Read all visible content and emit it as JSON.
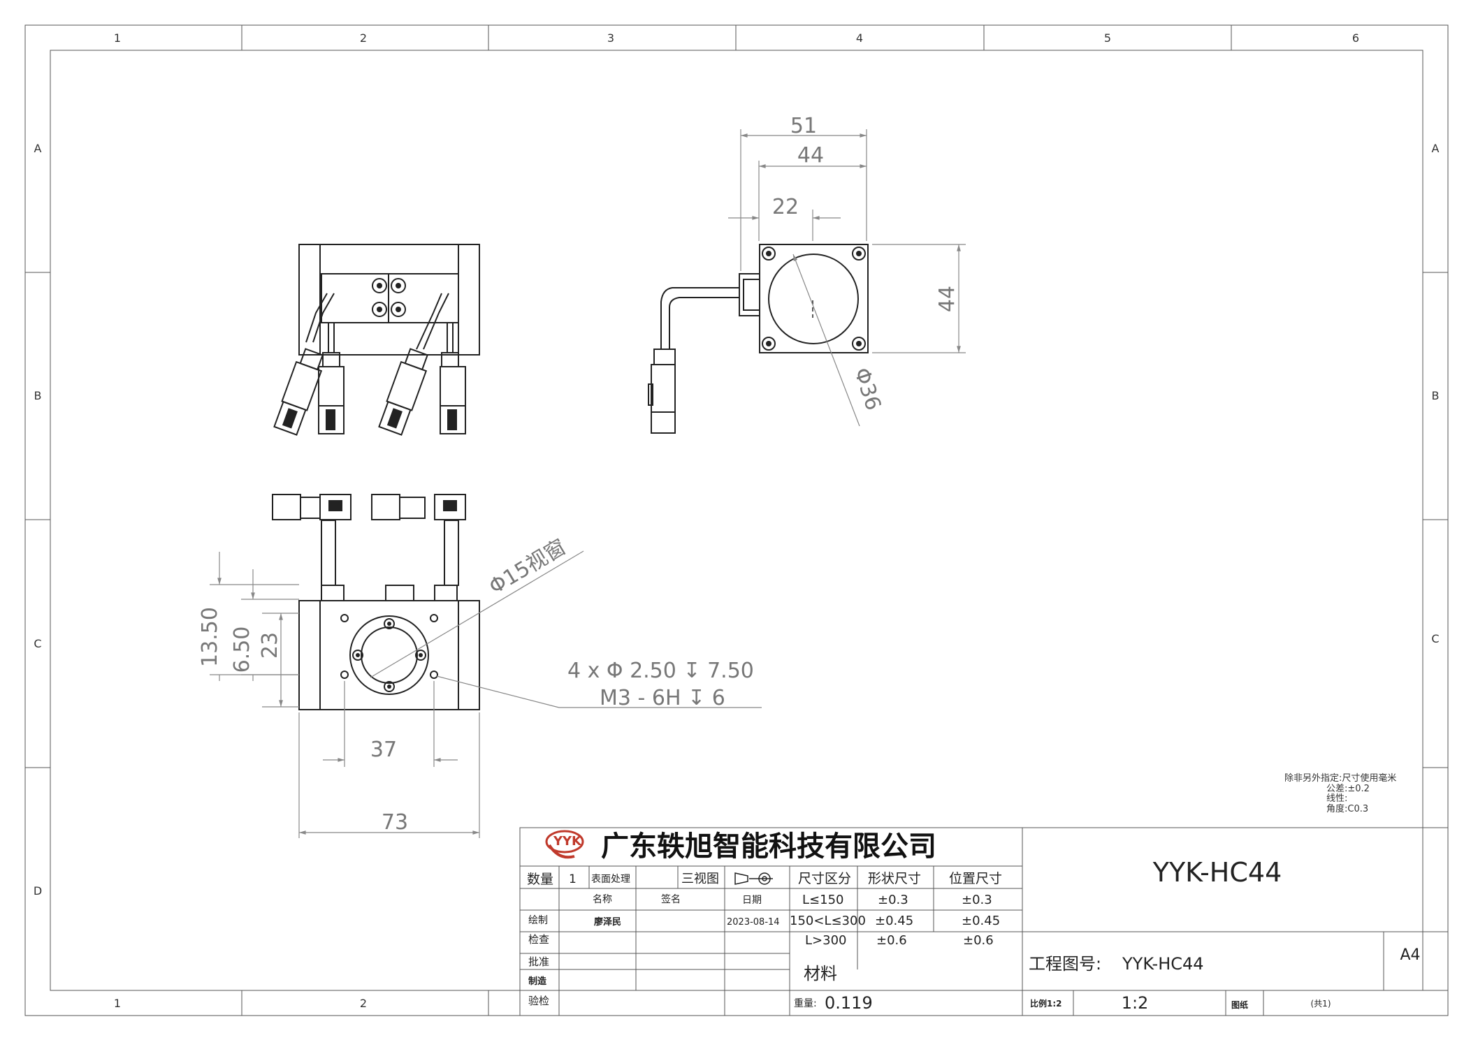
{
  "border": {
    "columns": [
      "1",
      "2",
      "3",
      "4",
      "5",
      "6"
    ],
    "bottom_columns": [
      "1",
      "2"
    ],
    "rows": [
      "A",
      "B",
      "C",
      "D"
    ]
  },
  "dimensions": {
    "side_overall": "51",
    "side_body": "44",
    "side_half": "22",
    "side_height": "44",
    "side_diameter": "Φ36",
    "window_callout": "Φ15视窗",
    "bottom_13_50": "13.50",
    "bottom_6_50": "6.50",
    "bottom_23": "23",
    "bottom_37": "37",
    "bottom_73": "73",
    "hole_note_1": "4 x Φ 2.50 ↧ 7.50",
    "hole_note_2": "M3 - 6H ↧ 6"
  },
  "notes": {
    "line1": "除非另外指定:尺寸使用毫米",
    "line2": "公差:±0.2",
    "line3": "线性:",
    "line4": "角度:C0.3"
  },
  "title_block": {
    "logo": "YYK",
    "company": "广东轶旭智能科技有限公司",
    "qty_label": "数量",
    "qty_value": "1",
    "surface_label": "表面处理",
    "three_view_label": "三视图",
    "dim_zone_label": "尺寸区分",
    "form_label": "形状尺寸",
    "position_label": "位置尺寸",
    "name_label": "名称",
    "sign_label": "签名",
    "date_label": "日期",
    "z1": "L≤150",
    "z1_form": "±0.3",
    "z1_pos": "±0.3",
    "draw_label": "绘制",
    "drawer": "廖泽民",
    "date": "2023-08-14",
    "z2": "150<L≤300",
    "z2_form": "±0.45",
    "z2_pos": "±0.45",
    "check_label": "检查",
    "z3": "L>300",
    "z3_form": "±0.6",
    "z3_pos": "±0.6",
    "approve_label": "批准",
    "make_label": "制造",
    "material_label": "材料",
    "inspect_label": "验检",
    "weight_label": "重量:",
    "weight_value": "0.119",
    "part_name": "YYK-HC44",
    "drawing_no_label": "工程图号:",
    "drawing_no": "YYK-HC44",
    "paper_size": "A4",
    "scale_label": "比例1:2",
    "scale_value": "1:2",
    "sheet_label": "图纸",
    "sheet_count": "(共1)"
  }
}
